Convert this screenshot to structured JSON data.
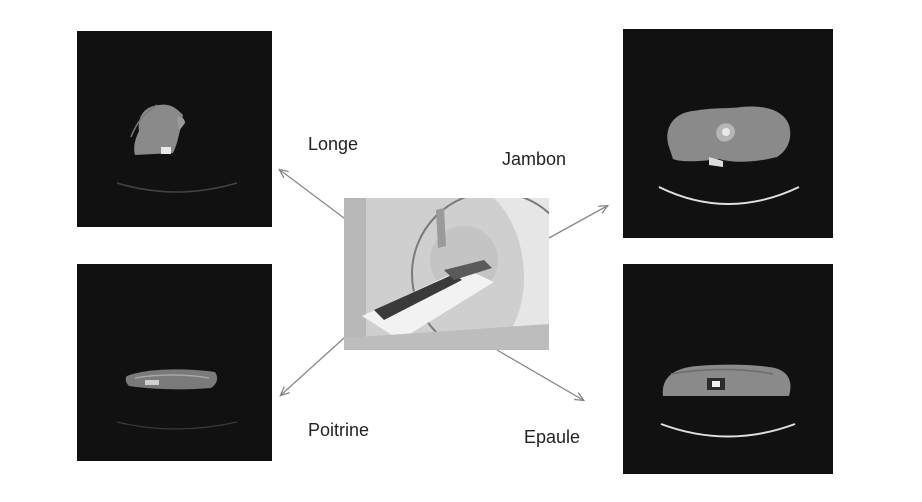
{
  "labels": {
    "longe": "Longe",
    "jambon": "Jambon",
    "poitrine": "Poitrine",
    "epaule": "Epaule"
  },
  "colors": {
    "panel_background": "#111111",
    "tissue": "#8a8a8a",
    "bone": "#e8e8e8",
    "arrow": "#888888"
  }
}
